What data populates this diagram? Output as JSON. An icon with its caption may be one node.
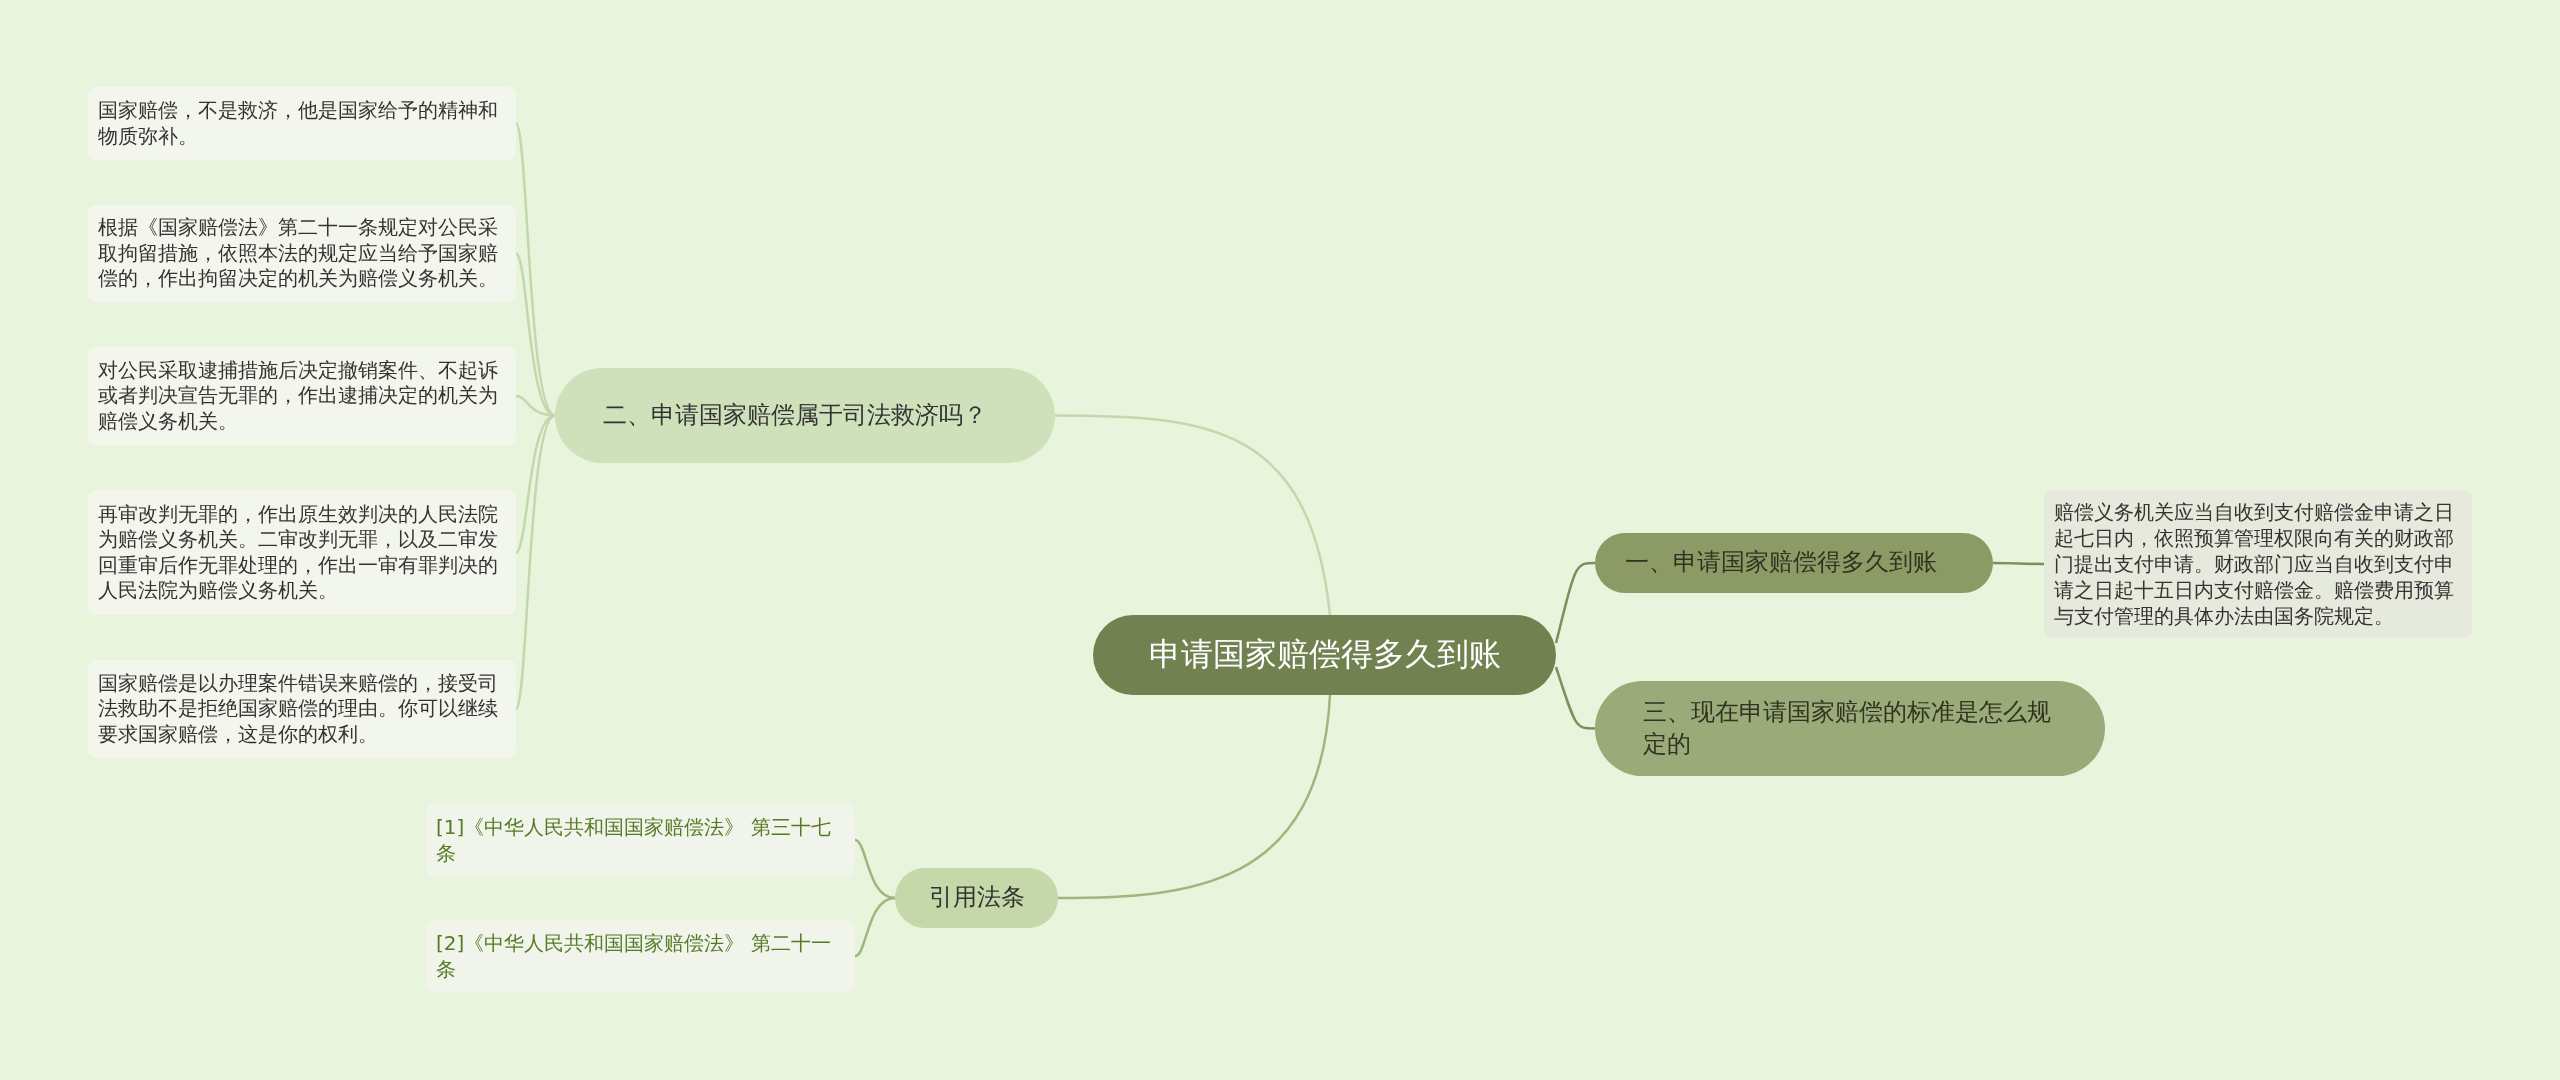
{
  "diagram": {
    "nodes": [
      {
        "text": [
          "申请国家赔偿得多久到账"
        ]
      },
      {
        "text": [
          "一、申请国家赔偿得多久到账"
        ]
      },
      {
        "text": [
          "赔偿义务机关应当自收到支付赔偿金申请之日起七日内，依照预算管理权限向有关的财政部门提出支付申请。财政部门应当自收到支付申请之日起十五日内支付赔偿金。赔偿费用预算与支付管理的具体办法由国务院规定。"
        ]
      },
      {
        "text": [
          "三、现在申请国家赔偿的标准是怎么规定的"
        ]
      },
      {
        "text": [
          "二、申请国家赔偿属于司法救济吗？"
        ]
      },
      {
        "text": [
          "国家赔偿，不是救济，他是国家给予的精神和物质弥补。"
        ]
      },
      {
        "text": [
          "根据《国家赔偿法》第二十一条规定对公民采取拘留措施，依照本法的规定应当给予国家赔偿的，作出拘留决定的机关为赔偿义务机关。"
        ]
      },
      {
        "text": [
          "对公民采取逮捕措施后决定撤销案件、不起诉或者判决宣告无罪的，作出逮捕决定的机关为赔偿义务机关。"
        ]
      },
      {
        "text": [
          "再审改判无罪的，作出原生效判决的人民法院为赔偿义务机关。二审改判无罪，以及二审发回重审后作无罪处理的，作出一审有罪判决的人民法院为赔偿义务机关。"
        ]
      },
      {
        "text": [
          "国家赔偿是以办理案件错误来赔偿的，接受司法救助不是拒绝国家赔偿的理由。你可以继续要求国家赔偿，这是你的权利。"
        ]
      },
      {
        "text": [
          "引用法条"
        ]
      },
      {
        "text": [
          "[1]《中华人民共和国国家赔偿法》 第三十七条"
        ]
      },
      {
        "text": [
          "[2]《中华人民共和国国家赔偿法》 第二十一条"
        ]
      }
    ],
    "edges": [
      {
        "from": 0,
        "to": 1,
        "arrow": "none"
      },
      {
        "from": 0,
        "to": 3,
        "arrow": "none"
      },
      {
        "from": 0,
        "to": 4,
        "arrow": "none",
        "color": "#c6d6ad"
      },
      {
        "from": 0,
        "to": 10,
        "arrow": "none",
        "color": "#9fb67e"
      },
      {
        "from": 1,
        "to": 2,
        "arrow": "none"
      },
      {
        "from": 4,
        "to": 5,
        "arrow": "none",
        "color": "#c6d6ad"
      },
      {
        "from": 4,
        "to": 6,
        "arrow": "none",
        "color": "#c6d6ad"
      },
      {
        "from": 4,
        "to": 7,
        "arrow": "none",
        "color": "#c6d6ad"
      },
      {
        "from": 4,
        "to": 8,
        "arrow": "none",
        "color": "#c6d6ad"
      },
      {
        "from": 4,
        "to": 9,
        "arrow": "none",
        "color": "#c6d6ad"
      },
      {
        "from": 10,
        "to": 11,
        "arrow": "none",
        "color": "#9fb67e"
      },
      {
        "from": 10,
        "to": 12,
        "arrow": "none",
        "color": "#9fb67e"
      }
    ]
  }
}
